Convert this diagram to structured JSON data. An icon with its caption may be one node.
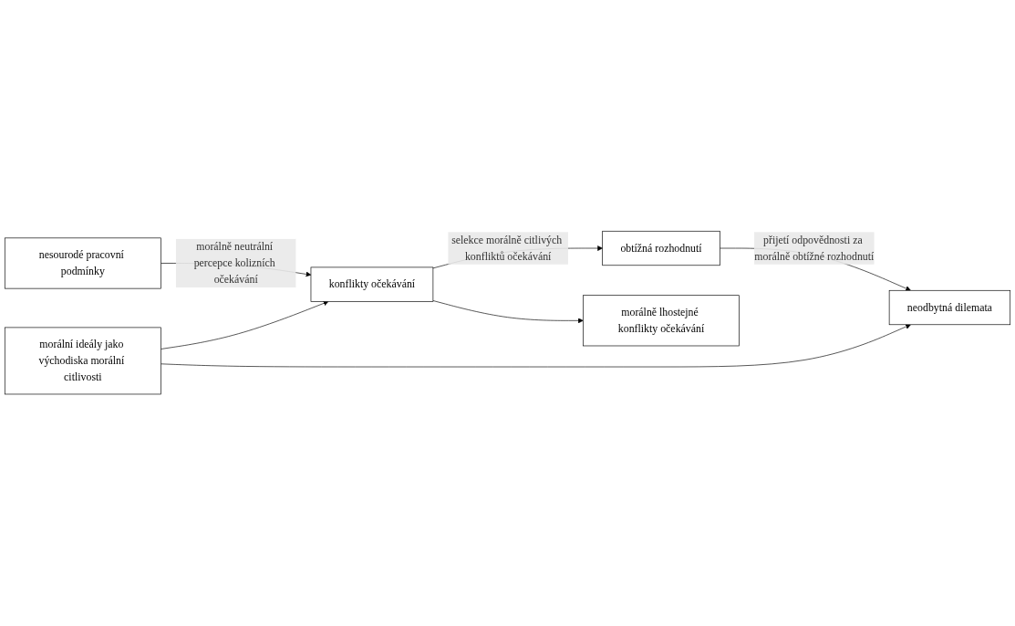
{
  "diagram": {
    "nodes": [
      {
        "text": [
          "nesourodé pracovní podmínky"
        ]
      },
      {
        "text": [
          "morální ideály jako východiska morální citlivosti"
        ]
      },
      {
        "text": [
          "konflikty očekávání"
        ]
      },
      {
        "text": [
          "obtížná rozhodnutí"
        ]
      },
      {
        "text": [
          "neodbytná dilemata"
        ]
      },
      {
        "text": [
          "morálně lhostejné konflikty očekávání"
        ]
      }
    ],
    "edges": [
      {
        "from": 0,
        "to": 2,
        "arrow": "to",
        "label": "morálně neutrální percepce kolizních očekávání"
      },
      {
        "from": 2,
        "to": 3,
        "arrow": "to",
        "label": "selekce morálně citlivých konfliktů očekávání"
      },
      {
        "from": 3,
        "to": 4,
        "arrow": "to",
        "label": "přijetí odpovědnosti za morálně obtížné rozhodnutí"
      },
      {
        "from": 2,
        "to": 5,
        "arrow": "to"
      },
      {
        "from": 1,
        "to": 2,
        "arrow": "to"
      },
      {
        "from": 1,
        "to": 4,
        "arrow": "to"
      }
    ]
  }
}
